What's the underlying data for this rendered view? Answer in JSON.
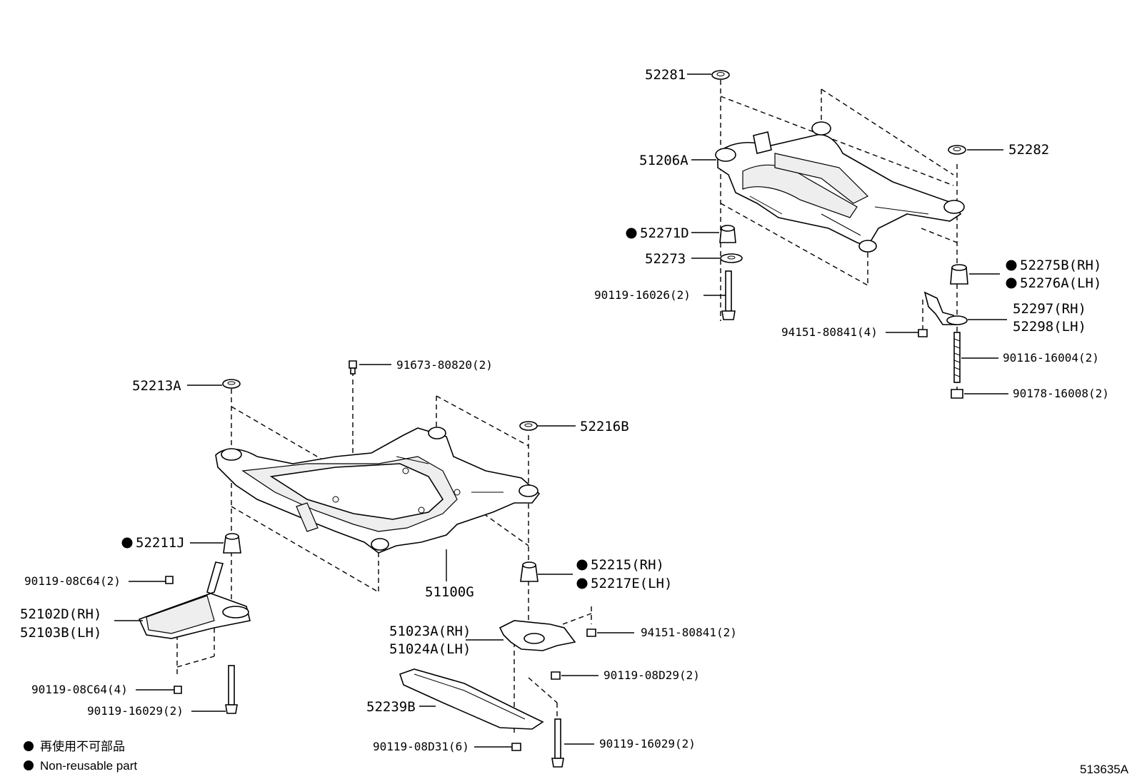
{
  "labels": {
    "p52281": "52281",
    "p52282": "52282",
    "p51206A": "51206A",
    "p52271D": "52271D",
    "p52273": "52273",
    "p90119_16026": "90119-16026(2)",
    "p52275B": "52275B(RH)",
    "p52276A": "52276A(LH)",
    "p52297": "52297(RH)",
    "p52298": "52298(LH)",
    "p94151_80841_4": "94151-80841(4)",
    "p90116_16004": "90116-16004(2)",
    "p90178_16008": "90178-16008(2)",
    "p91673_80820": "91673-80820(2)",
    "p52213A": "52213A",
    "p52216B": "52216B",
    "p52211J": "52211J",
    "p90119_08C64_2": "90119-08C64(2)",
    "p52102D": "52102D(RH)",
    "p52103B": "52103B(LH)",
    "p51100G": "51100G",
    "p52215": "52215(RH)",
    "p52217E": "52217E(LH)",
    "p51023A": "51023A(RH)",
    "p51024A": "51024A(LH)",
    "p94151_80841_2": "94151-80841(2)",
    "p90119_08D29": "90119-08D29(2)",
    "p90119_08C64_4": "90119-08C64(4)",
    "p90119_16029_a": "90119-16029(2)",
    "p52239B": "52239B",
    "p90119_08D31": "90119-08D31(6)",
    "p90119_16029_b": "90119-16029(2)"
  },
  "legend": {
    "jp": "再使用不可部品",
    "en": "Non-reusable part"
  },
  "diagram_id": "513635A"
}
